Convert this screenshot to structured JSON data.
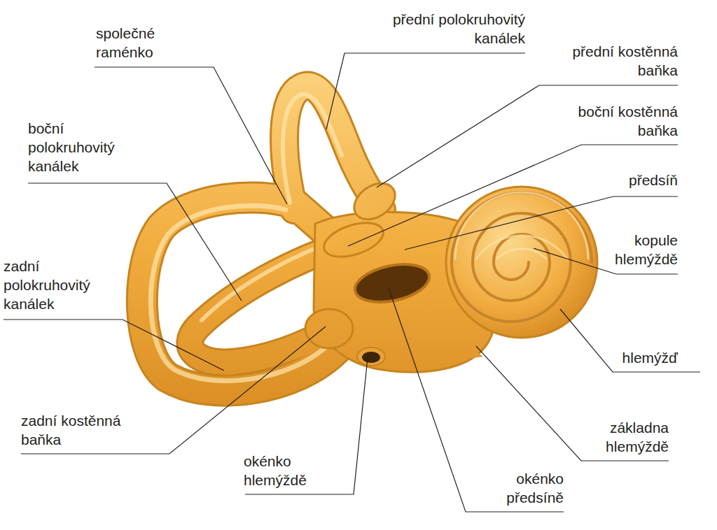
{
  "diagram": {
    "labels": [
      "společné raménko",
      "přední polokruhovitý kanálek",
      "přední kostěnná baňka",
      "boční kostěnná baňka",
      "boční polokruhovitý kanálek",
      "předsíň",
      "kopule hlemýždě",
      "zadní polokruhovitý kanálek",
      "hlemýžď",
      "zadní kostěnná baňka",
      "základna hlemýždě",
      "okénko hlemýždě",
      "okénko předsíně"
    ]
  }
}
